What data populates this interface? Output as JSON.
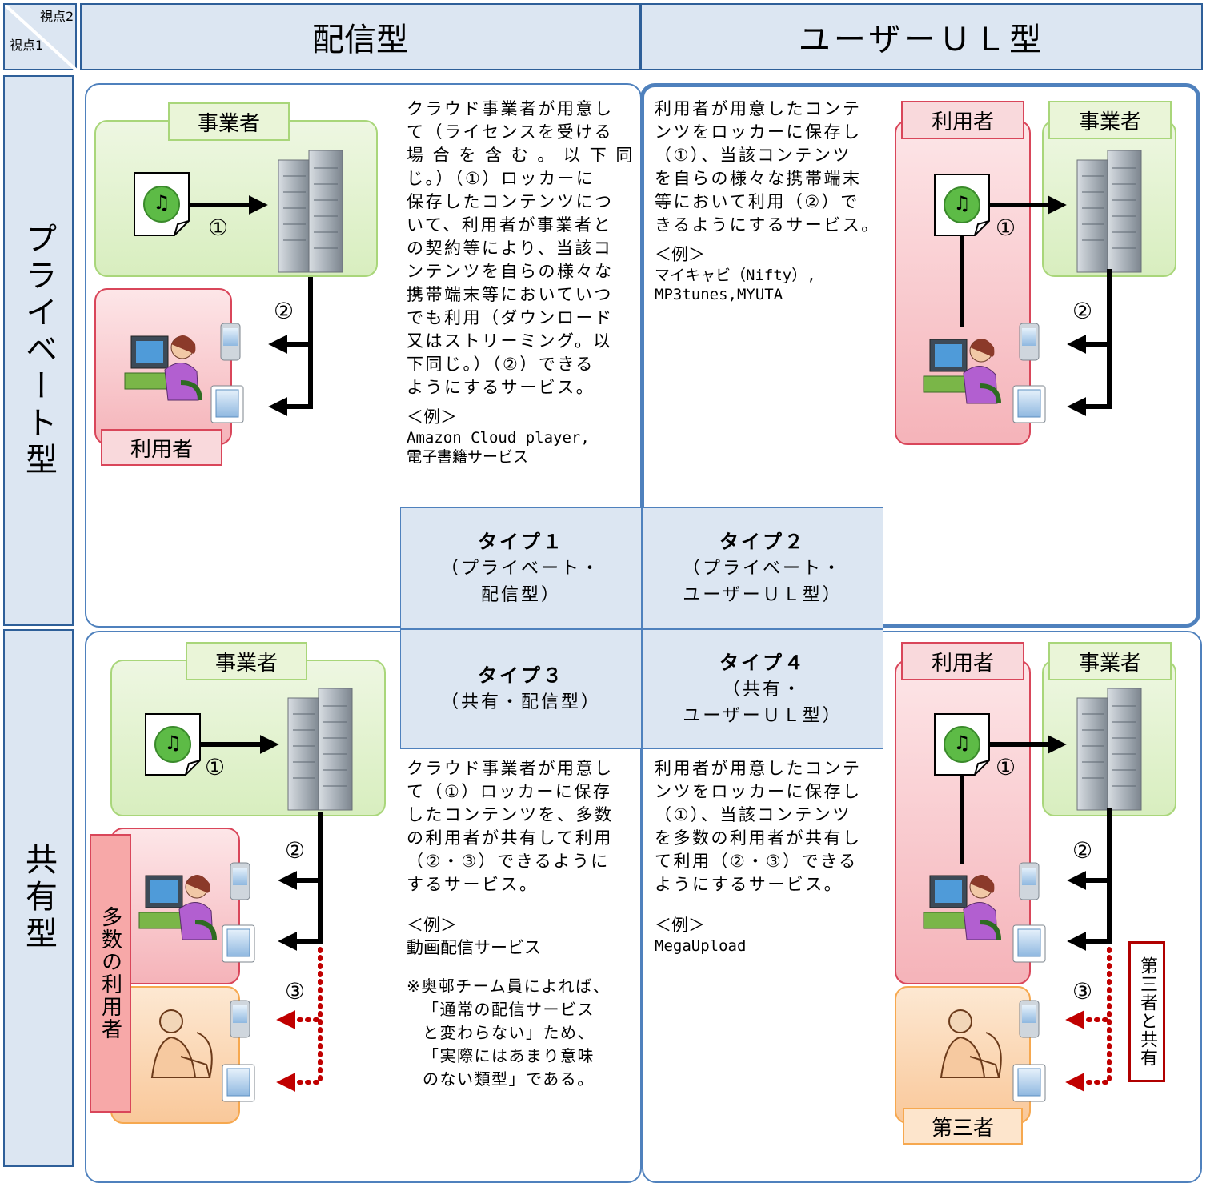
{
  "corner": {
    "axis2": "視点2",
    "axis1": "視点1"
  },
  "columns": {
    "distribution": "配信型",
    "user_upload": "ユーザーＵＬ型"
  },
  "rows": {
    "private": "プライベート型",
    "shared": "共有型"
  },
  "labels": {
    "provider": "事業者",
    "user": "利用者",
    "many_users": "多数の利用者",
    "third_party": "第三者",
    "share_third": "第三者と共有",
    "step1": "①",
    "step2": "②",
    "step3": "③",
    "music_icon": "♫"
  },
  "type1": {
    "title": "タイプ１",
    "sub1": "（プライベート・",
    "sub2": "配信型）",
    "desc": [
      "クラウド事業者が用意し",
      "て（ライセンスを受ける",
      "場 合 を 含 む 。 以 下 同",
      "じ。）（①）ロッカーに",
      "保存したコンテンツにつ",
      "いて、利用者が事業者と",
      "の契約等により、当該コ",
      "ンテンツを自らの様々な",
      "携帯端末等においていつ",
      "でも利用（ダウンロード",
      "又はストリーミング。以",
      "下同じ。）（②）できる",
      "ようにするサービス。"
    ],
    "example_label": "＜例＞",
    "examples": [
      "Amazon Cloud player,",
      "電子書籍サービス"
    ]
  },
  "type2": {
    "title": "タイプ２",
    "sub1": "（プライベート・",
    "sub2": "ユーザーＵＬ型）",
    "desc": [
      "利用者が用意したコンテ",
      "ンツをロッカーに保存し",
      "（①）、当該コンテンツ",
      "を自らの様々な携帯端末",
      "等において利用（②）で",
      "きるようにするサービス。"
    ],
    "example_label": "＜例＞",
    "examples": [
      "マイキャビ（Nifty）,",
      "MP3tunes,MYUTA"
    ]
  },
  "type3": {
    "title": "タイプ３",
    "sub1": "（共有・配信型）",
    "desc": [
      "クラウド事業者が用意し",
      "て（①）ロッカーに保存",
      "したコンテンツを、多数",
      "の利用者が共有して利用",
      "（②・③）できるように",
      "するサービス。"
    ],
    "example_label": "＜例＞",
    "examples": [
      "動画配信サービス"
    ],
    "note": [
      "※奥邨チーム員によれば、",
      "「通常の配信サービス",
      "と変わらない」ため、",
      "「実際にはあまり意味",
      "のない類型」である。"
    ]
  },
  "type4": {
    "title": "タイプ４",
    "sub1": "（共有・",
    "sub2": "ユーザーＵＬ型）",
    "desc": [
      "利用者が用意したコンテ",
      "ンツをロッカーに保存し",
      "（①）、当該コンテンツ",
      "を多数の利用者が共有し",
      "て利用（②・③）できる",
      "ようにするサービス。"
    ],
    "example_label": "＜例＞",
    "examples": [
      "MegaUpload"
    ]
  },
  "colors": {
    "header_bg": "#dce6f2",
    "border_blue": "#2e5f99",
    "green": "#a9d67a",
    "red": "#d9465a",
    "orange": "#f6a84f",
    "arrow_dotted": "#c00000"
  }
}
